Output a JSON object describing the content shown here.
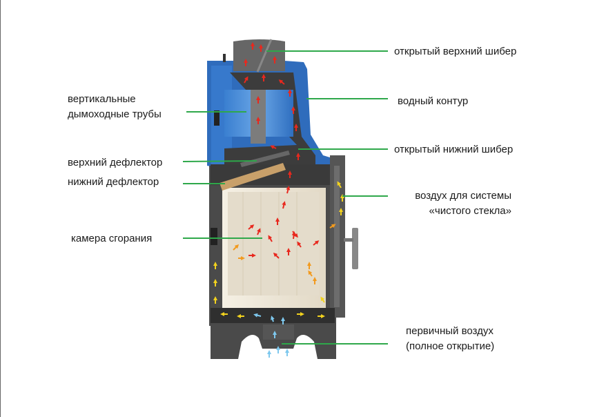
{
  "labels": {
    "upper_damper": "открытый верхний шибер",
    "water_jacket": "водный контур",
    "lower_damper": "открытый нижний шибер",
    "clean_glass_air_line1": "воздух для системы",
    "clean_glass_air_line2": "«чистого стекла»",
    "primary_air_line1": "первичный воздух",
    "primary_air_line2": "(полное открытие)",
    "vertical_flues_line1": "вертикальные",
    "vertical_flues_line2": "дымоходные трубы",
    "upper_deflector": "верхний дефлектор",
    "lower_deflector": "нижний дефлектор",
    "combustion_chamber": "камера сгорания"
  },
  "colors": {
    "leader_line": "#2ea84a",
    "water": "#2f6fc0",
    "steel": "#4a4a4a",
    "firebrick": "#ece6d8",
    "deflector": "#c8a06a",
    "hot_gas": "#e8281e",
    "warm_air": "#f29a1e",
    "secondary_air": "#f2d21e",
    "cold_air": "#7ec8ee"
  }
}
